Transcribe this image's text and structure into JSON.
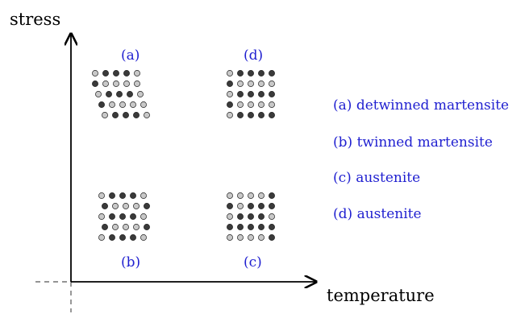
{
  "axes": {
    "y_label": "stress",
    "x_label": "temperature"
  },
  "colors": {
    "label_blue": "#1f1fd0",
    "atom_dark": "#3a3a3a",
    "atom_light": "#c8c8c8",
    "axis": "#000000"
  },
  "panels": [
    {
      "id": "a",
      "label": "(a)",
      "rows": [
        {
          "shift": 0,
          "pattern": "LDDDL"
        },
        {
          "shift": 0,
          "pattern": "DLLLL"
        },
        {
          "shift": 1,
          "pattern": "LDDDL"
        },
        {
          "shift": 2,
          "pattern": "DLLLL"
        },
        {
          "shift": 3,
          "pattern": "LDDDL"
        }
      ]
    },
    {
      "id": "d_top",
      "label": "(d)",
      "rows": [
        {
          "shift": 0,
          "pattern": "LDDDD"
        },
        {
          "shift": 0,
          "pattern": "DLLLL"
        },
        {
          "shift": 0,
          "pattern": "LDDDD"
        },
        {
          "shift": 0,
          "pattern": "DLLLL"
        },
        {
          "shift": 0,
          "pattern": "LDDDD"
        }
      ]
    },
    {
      "id": "b",
      "label": "(b)",
      "rows": [
        {
          "shift": 0,
          "pattern": "LDDDL"
        },
        {
          "shift": 1,
          "pattern": "DLLLD"
        },
        {
          "shift": 0,
          "pattern": "LDDDL"
        },
        {
          "shift": 1,
          "pattern": "DLLLD"
        },
        {
          "shift": 0,
          "pattern": "LDDDL"
        }
      ]
    },
    {
      "id": "c",
      "label": "(c)",
      "rows": [
        {
          "shift": 0,
          "pattern": "LLLLD"
        },
        {
          "shift": 0,
          "pattern": "DLDDD"
        },
        {
          "shift": 0,
          "pattern": "LDDDL"
        },
        {
          "shift": 0,
          "pattern": "DDDDD"
        },
        {
          "shift": 0,
          "pattern": "LLLLD"
        }
      ]
    }
  ],
  "legend": [
    {
      "label": "(a)",
      "text": "detwinned martensite"
    },
    {
      "label": "(b)",
      "text": "twinned martensite"
    },
    {
      "label": "(c)",
      "text": "austenite"
    },
    {
      "label": "(d)",
      "text": "austenite"
    }
  ]
}
